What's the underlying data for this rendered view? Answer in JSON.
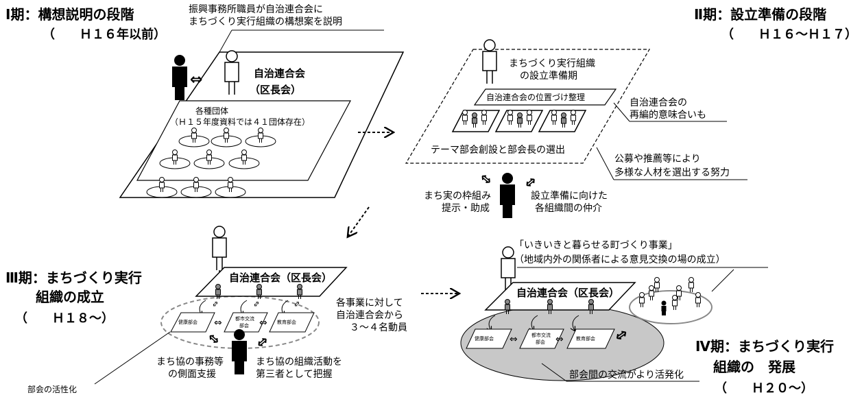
{
  "phase1": {
    "title": "Ⅰ期：構想説明の段階",
    "period": "（　　Ｈ１６年以前）",
    "note_line1": "振興事務所職員が自治連合会に",
    "note_line2": "まちづくり実行組織の構想案を説明",
    "council_line1": "自治連合会",
    "council_line2": "（区長会）",
    "groups_title": "各種団体",
    "groups_sub": "（Ｈ１５年度資料では４１団体存在）"
  },
  "phase2": {
    "title": "Ⅱ期：設立準備の段階",
    "period": "（　　Ｈ１６～Ｈ１７）",
    "prep_line1": "まちづくり実行組織",
    "prep_line2": "の設立準備期",
    "position_box": "自治連合会の位置づけ整理",
    "reorg_line1": "自治連合会の",
    "reorg_line2": "再編的意味合いも",
    "committee": "テーマ部会創設と部会長の選出",
    "recruit_line1": "公募や推薦等により",
    "recruit_line2": "多様な人材を選出する努力",
    "left_line1": "まち実の枠組み",
    "left_line2": "提示・助成",
    "right_line1": "設立準備に向けた",
    "right_line2": "各組織間の仲介"
  },
  "phase3": {
    "title_line1": "Ⅲ期：まちづくり実行",
    "title_line2": "組織の成立",
    "period": "（　　Ｈ１８～）",
    "council": "自治連合会（区長会）",
    "dept_health": "健康部会",
    "dept_urban_1": "都市交流",
    "dept_urban_2": "部会",
    "dept_edu": "教育部会",
    "mobilize_line1": "各事業に対して",
    "mobilize_line2": "自治連合会から",
    "mobilize_line3": "３～４名動員",
    "support_line1": "まち協の事務等",
    "support_line2": "の側面支援",
    "grasp_line1": "まち協の組織活動を",
    "grasp_line2": "第三者として把握",
    "activation": "部会の活性化"
  },
  "phase4": {
    "title_line1": "Ⅳ期：まちづくり実行",
    "title_line2": "組織の　発展",
    "period": "（　　Ｈ２０～）",
    "project_line1": "「いきいきと暮らせる町づくり事業」",
    "project_line2": "（地域内外の関係者による意見交換の場の成立）",
    "council": "自治連合会（区長会）",
    "dept_health": "健康部会",
    "dept_urban_1": "都市交流",
    "dept_urban_2": "部会",
    "dept_edu": "教育部会",
    "exchange": "部会間の交流がより活発化"
  }
}
